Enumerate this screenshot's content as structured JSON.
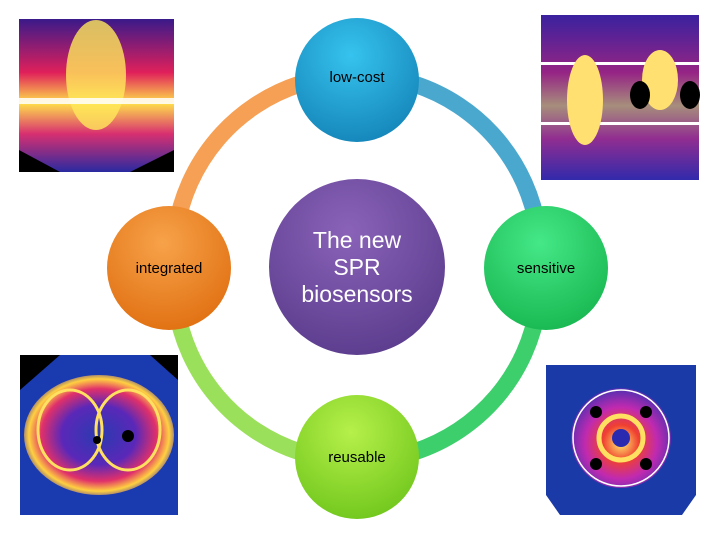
{
  "center": {
    "label_lines": [
      "The new",
      "SPR",
      "biosensors"
    ]
  },
  "nodes": {
    "top": {
      "label": "low-cost"
    },
    "left": {
      "label": "integrated"
    },
    "right": {
      "label": "sensitive"
    },
    "bottom": {
      "label": "reusable"
    }
  },
  "colors": {
    "center": "#7050a0",
    "top": "#1aa7d6",
    "left": "#f08a25",
    "right": "#2fd36a",
    "bottom": "#8fdc2a",
    "arc_top_left": "#f5a055",
    "arc_top_right": "#4aa8cf",
    "arc_bottom_left": "#9be05a",
    "arc_bottom_right": "#3ccf6c"
  }
}
